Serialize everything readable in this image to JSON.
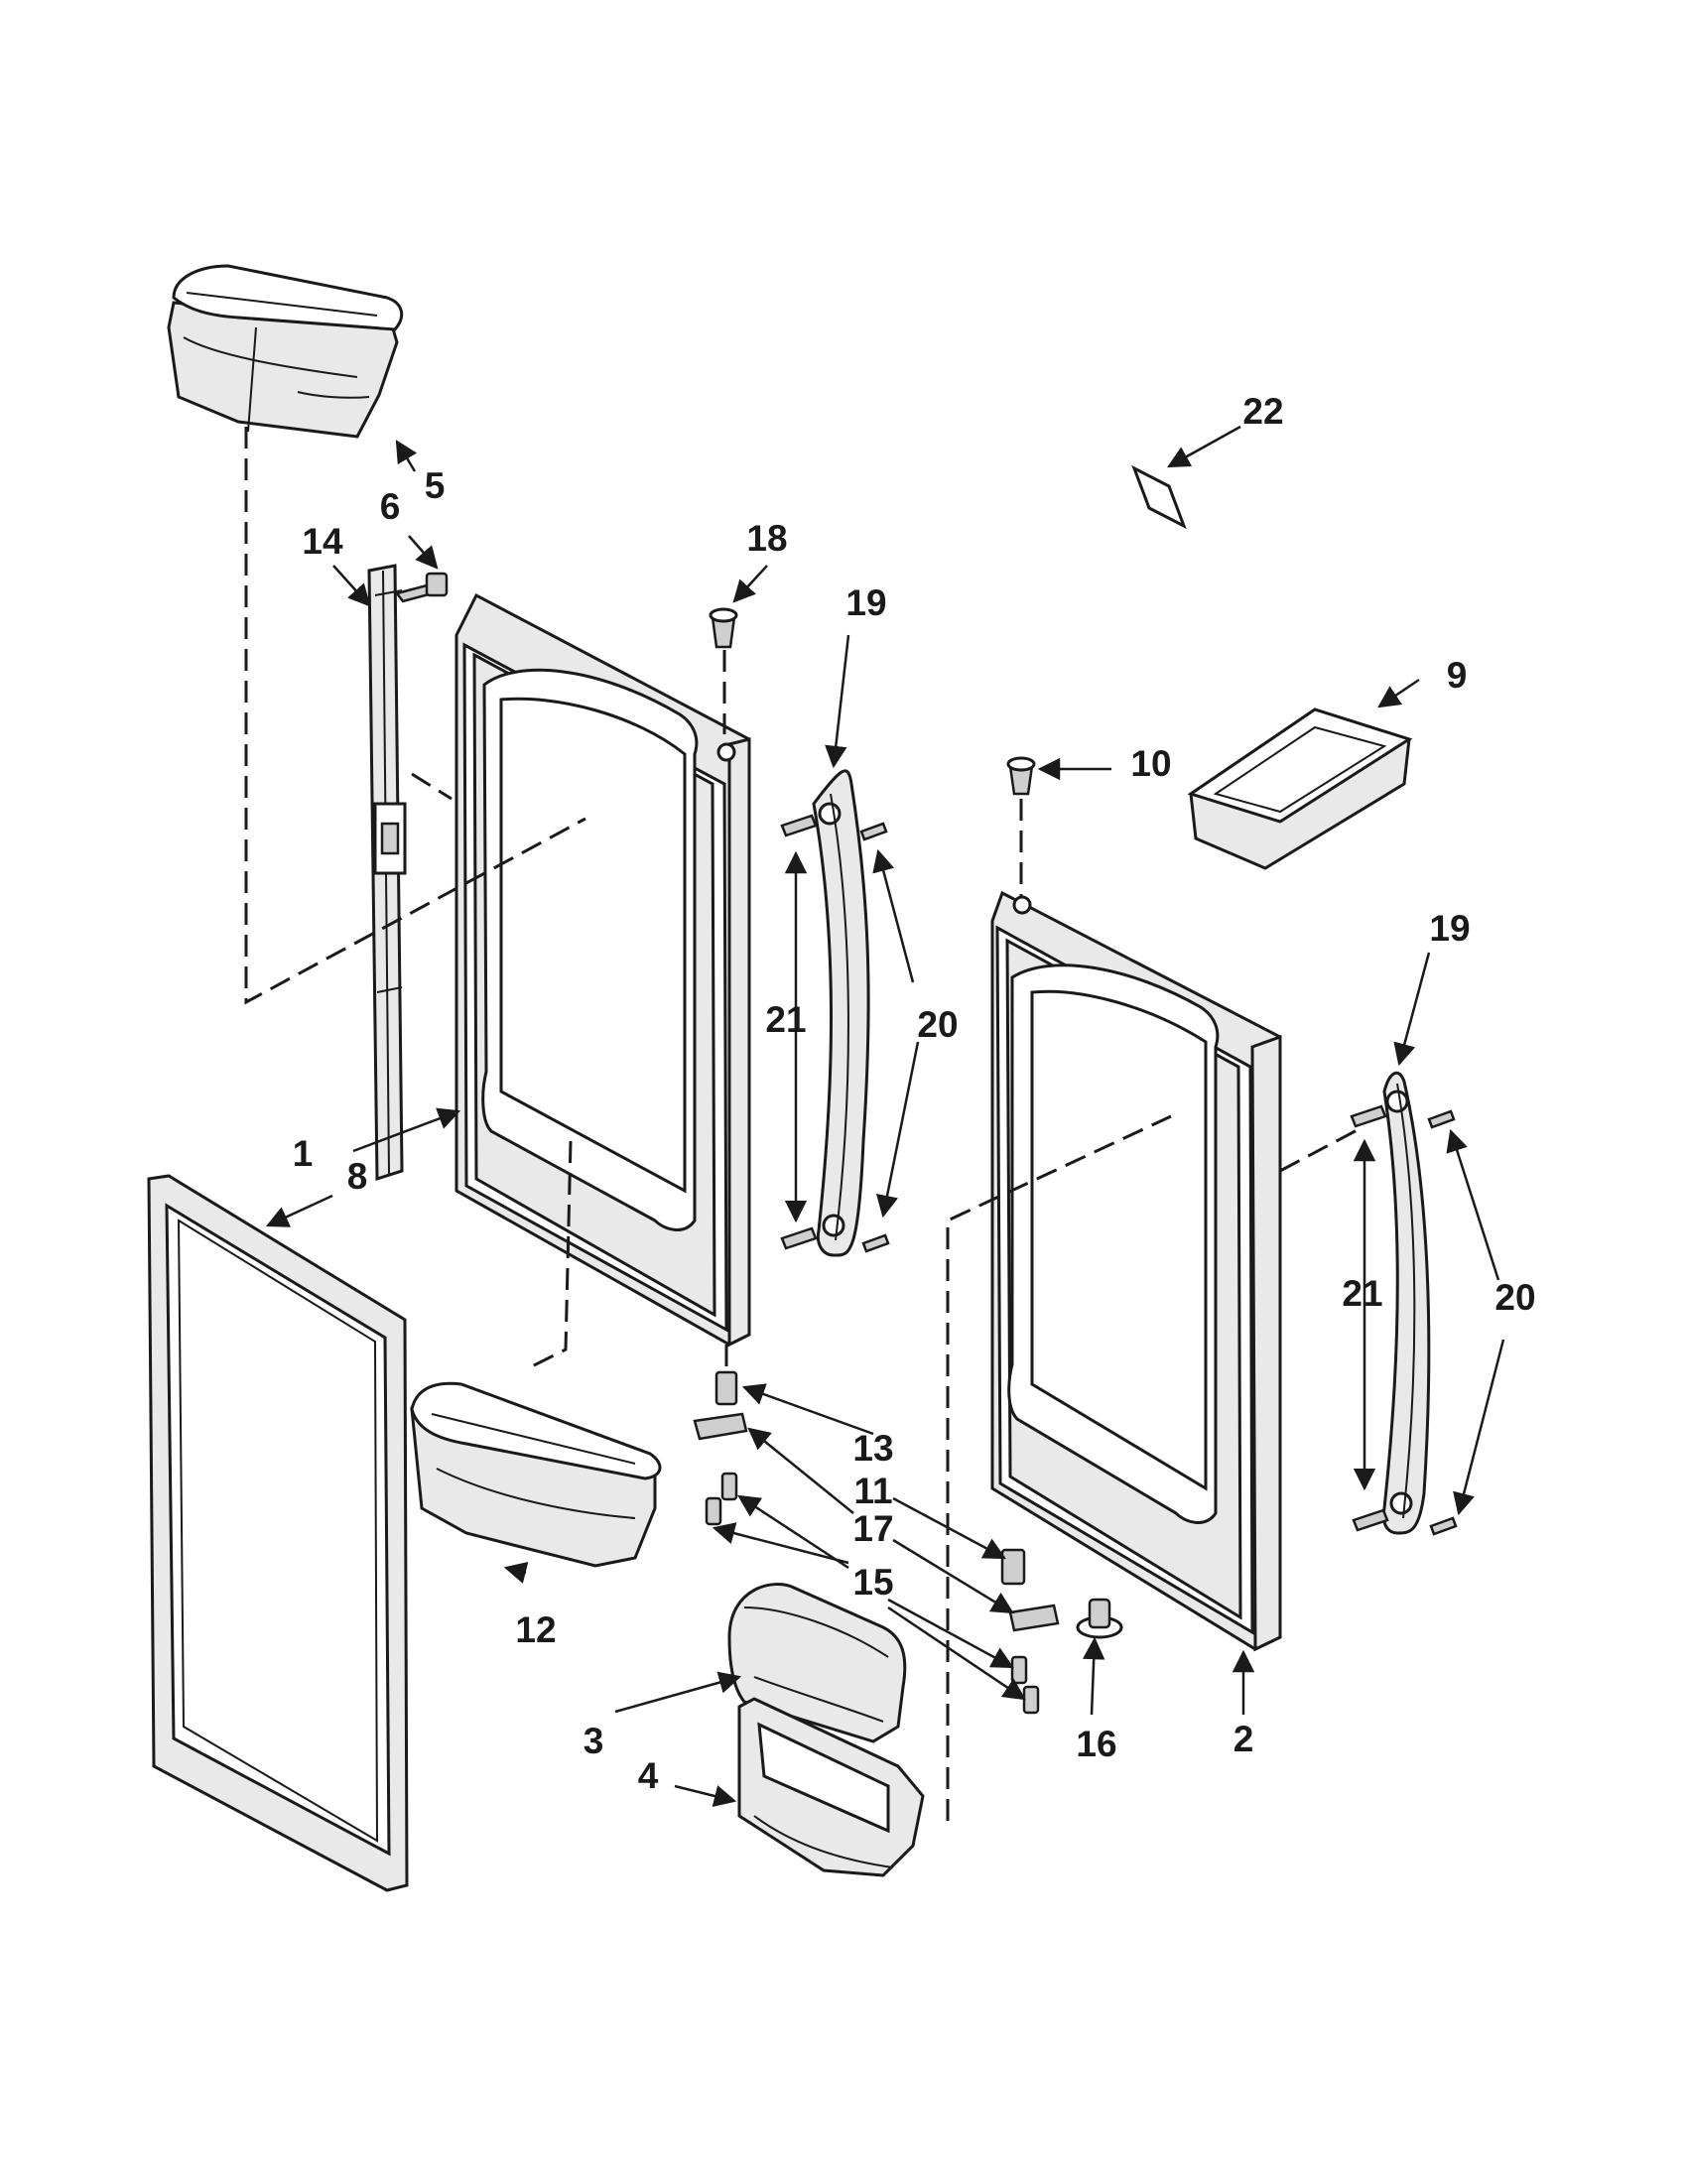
{
  "labels": {
    "p1": "1",
    "p2": "2",
    "p3": "3",
    "p4": "4",
    "p5": "5",
    "p6": "6",
    "p8": "8",
    "p9": "9",
    "p10": "10",
    "p11": "11",
    "p12": "12",
    "p13": "13",
    "p14": "14",
    "p15": "15",
    "p16": "16",
    "p17": "17",
    "p18": "18",
    "p19a": "19",
    "p19b": "19",
    "p20a": "20",
    "p20b": "20",
    "p21a": "21",
    "p21b": "21",
    "p22": "22"
  },
  "colors": {
    "ink": "#1a1a1a",
    "panel": "#e9e9e9",
    "background": "#ffffff"
  }
}
